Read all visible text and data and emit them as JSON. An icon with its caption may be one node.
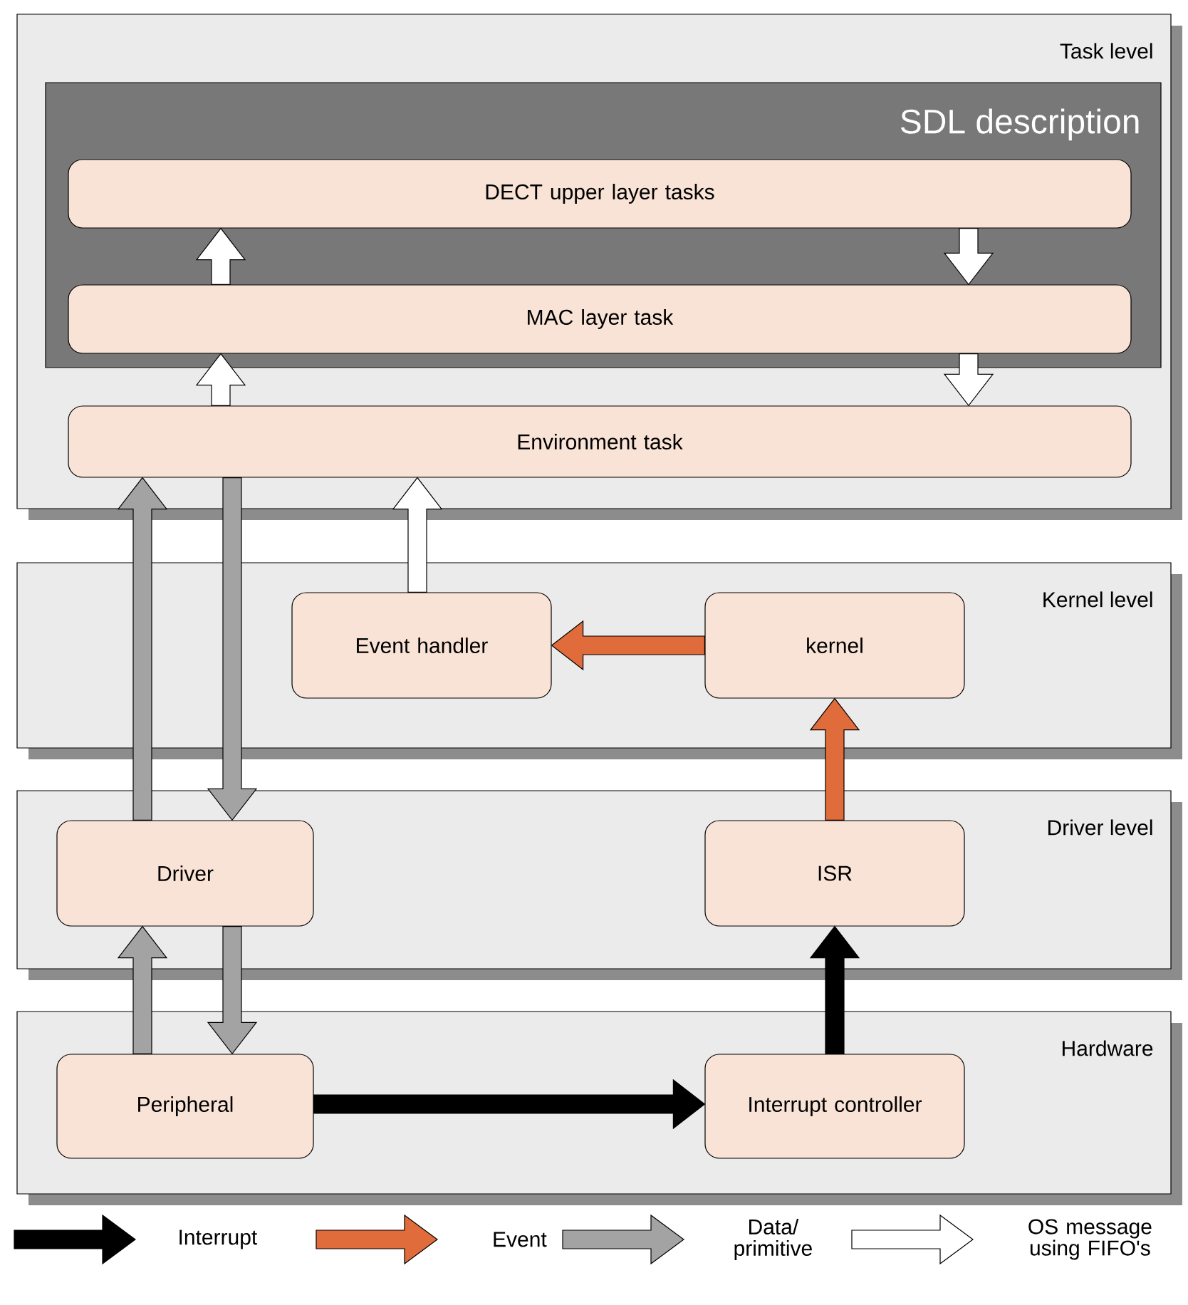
{
  "diagram": {
    "nodes": [
      {
        "text": [
          "Task level"
        ]
      },
      {
        "text": [
          "SDL description"
        ],
        "in": 0
      },
      {
        "text": [
          "DECT upper layer tasks"
        ],
        "in": 1
      },
      {
        "text": [
          "MAC layer task"
        ],
        "in": 1
      },
      {
        "text": [
          "Environment task"
        ],
        "in": 0
      },
      {
        "text": [
          "Kernel level"
        ]
      },
      {
        "text": [
          "Event handler"
        ],
        "in": 5
      },
      {
        "text": [
          "kernel"
        ],
        "in": 5
      },
      {
        "text": [
          "Driver level"
        ]
      },
      {
        "text": [
          "Driver"
        ],
        "in": 8
      },
      {
        "text": [
          "ISR"
        ],
        "in": 8
      },
      {
        "text": [
          "Hardware"
        ]
      },
      {
        "text": [
          "Peripheral"
        ],
        "in": 11
      },
      {
        "text": [
          "Interrupt controller"
        ],
        "in": 11
      }
    ],
    "edges": [
      {
        "from": 3,
        "to": 2,
        "arrow": "to"
      },
      {
        "from": 4,
        "to": 3,
        "arrow": "to"
      },
      {
        "from": 2,
        "to": 3,
        "arrow": "to"
      },
      {
        "from": 3,
        "to": 4,
        "arrow": "to"
      },
      {
        "from": 6,
        "to": 4,
        "arrow": "to"
      },
      {
        "from": 9,
        "to": 4,
        "arrow": "to",
        "color": "#a3a3a3"
      },
      {
        "from": 4,
        "to": 9,
        "arrow": "to",
        "color": "#a3a3a3"
      },
      {
        "from": 12,
        "to": 9,
        "arrow": "to",
        "color": "#a3a3a3"
      },
      {
        "from": 9,
        "to": 12,
        "arrow": "to",
        "color": "#a3a3a3"
      },
      {
        "from": 7,
        "to": 6,
        "arrow": "to",
        "color": "#e06b3b"
      },
      {
        "from": 10,
        "to": 7,
        "arrow": "to",
        "color": "#e06b3b"
      },
      {
        "from": 12,
        "to": 13,
        "arrow": "to",
        "color": "#000000"
      },
      {
        "from": 13,
        "to": 10,
        "arrow": "to",
        "color": "#000000"
      }
    ],
    "legend": [
      {
        "text": "Interrupt"
      },
      {
        "text": "Event"
      },
      {
        "text": "Data/ primitive"
      },
      {
        "text": "OS message using FIFO's"
      }
    ]
  }
}
